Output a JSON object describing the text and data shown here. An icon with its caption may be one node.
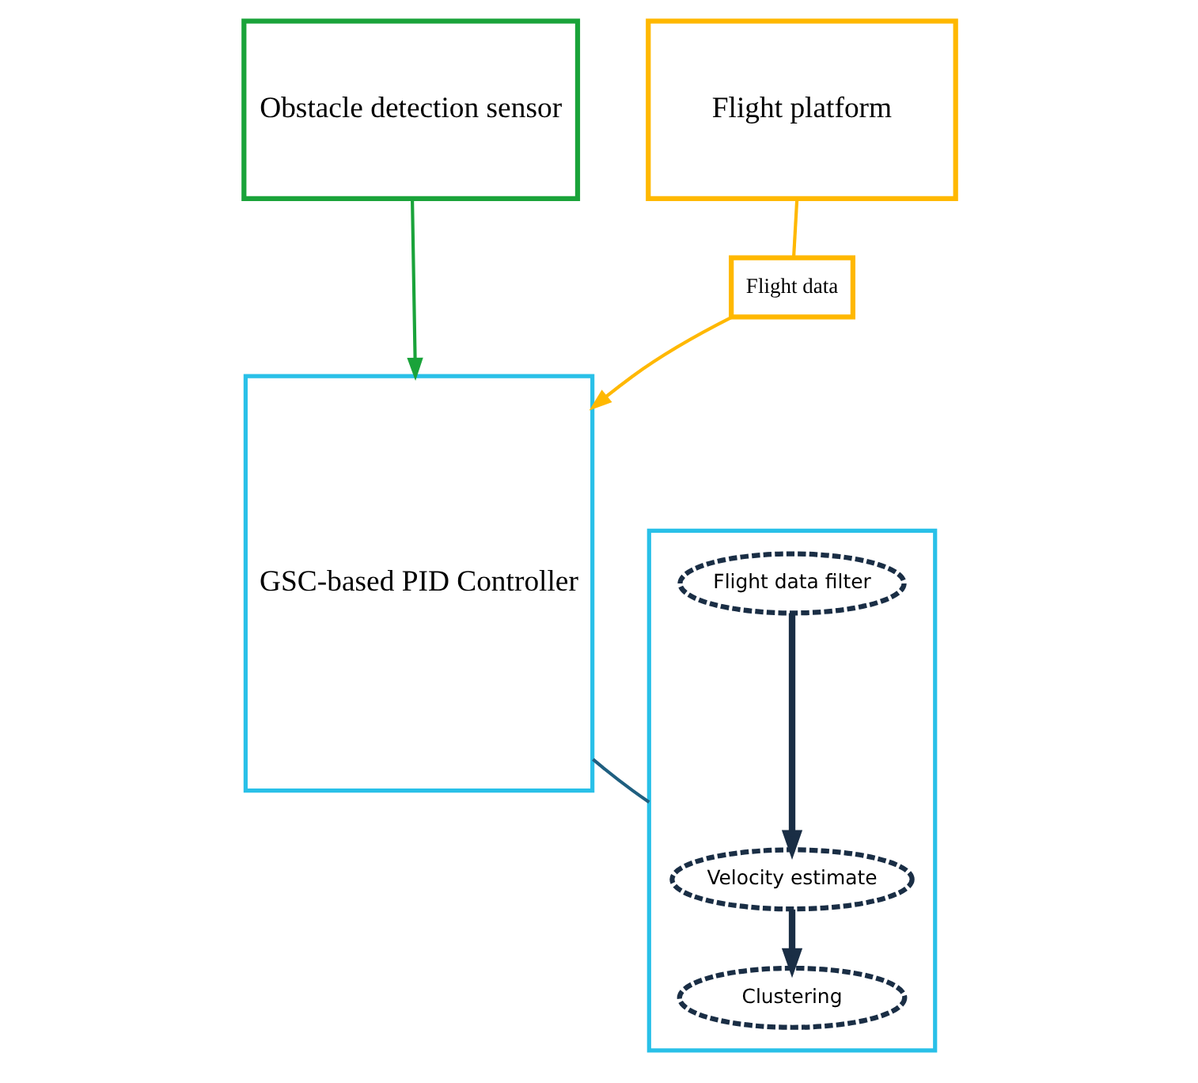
{
  "diagram": {
    "nodes": [
      {
        "text": [
          "Obstacle detection sensor"
        ]
      },
      {
        "text": [
          "Flight platform"
        ]
      },
      {
        "text": [
          "Flight data"
        ]
      },
      {
        "text": [
          "GSC-based PID Controller"
        ]
      },
      {
        "text": [],
        "shape": "box"
      },
      {
        "text": [
          "Flight data filter"
        ],
        "in": 4
      },
      {
        "text": [
          "Velocity estimate"
        ],
        "in": 4
      },
      {
        "text": [
          "Clustering"
        ],
        "in": 4
      }
    ],
    "edges": [
      {
        "from": 0,
        "to": 3,
        "arrow": "to",
        "color": "#1aa33a"
      },
      {
        "from": 1,
        "to": 2,
        "arrow": "none",
        "color": "#ffb800"
      },
      {
        "from": 2,
        "to": 3,
        "arrow": "to",
        "color": "#ffb800"
      },
      {
        "from": 3,
        "to": 4,
        "arrow": "none",
        "color": "#1f5f80"
      },
      {
        "from": 5,
        "to": 6,
        "arrow": "to",
        "style": "thick",
        "color": "#1a2e45"
      },
      {
        "from": 6,
        "to": 7,
        "arrow": "to",
        "style": "thick",
        "color": "#1a2e45"
      }
    ]
  }
}
